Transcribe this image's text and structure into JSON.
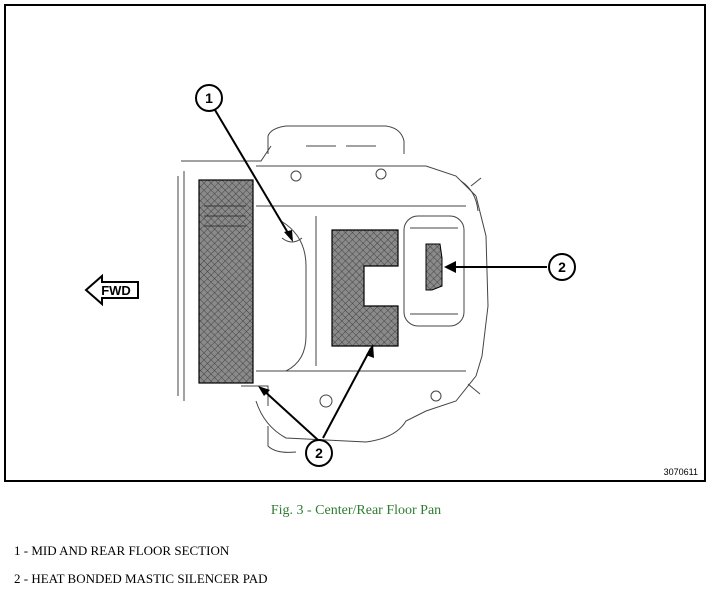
{
  "figure": {
    "caption": "Fig. 3 - Center/Rear Floor Pan",
    "id_code": "3070611"
  },
  "diagram": {
    "direction_label": "FWD",
    "callouts": [
      "1",
      "2",
      "2"
    ]
  },
  "legend": [
    "1 - MID AND REAR FLOOR SECTION",
    "2 - HEAT BONDED MASTIC SILENCER PAD"
  ],
  "colors": {
    "caption": "#2e7d32",
    "line": "#000000",
    "pad_fill": "#7a7a7a"
  }
}
